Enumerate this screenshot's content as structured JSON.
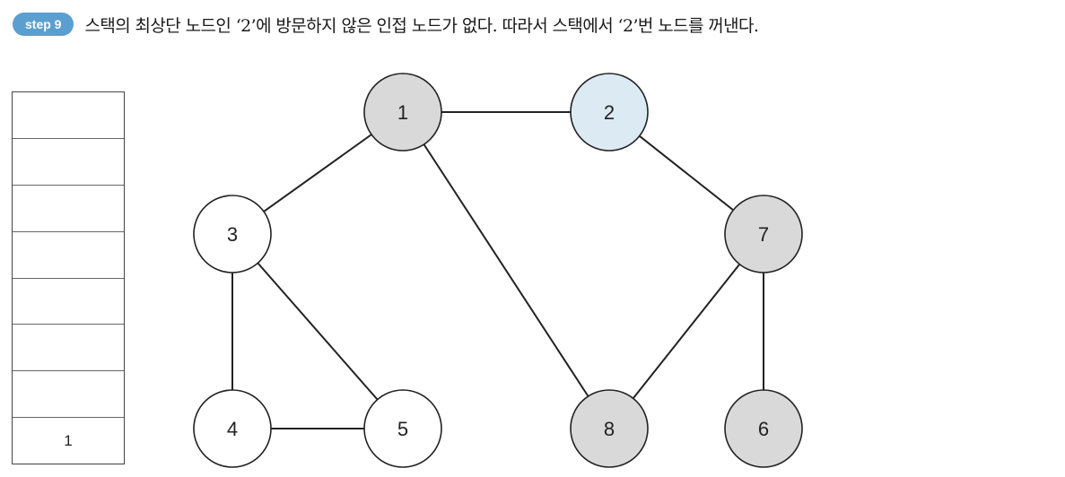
{
  "header": {
    "step_label": "step 9",
    "caption": "스택의 최상단 노드인 ‘2’에 방문하지 않은 인접 노드가 없다. 따라서 스택에서 ‘2’번 노드를 꺼낸다."
  },
  "stack": {
    "cells": [
      "",
      "",
      "",
      "",
      "",
      "",
      "",
      "1"
    ]
  },
  "colors": {
    "badge": "#5b9fd0",
    "visited_node": "#d9d9d9",
    "current_node": "#dcebf3",
    "unvisited_node": "#ffffff",
    "edge": "#222222"
  },
  "graph": {
    "nodes": [
      {
        "id": "1",
        "state": "visited"
      },
      {
        "id": "2",
        "state": "current"
      },
      {
        "id": "3",
        "state": "unvisited"
      },
      {
        "id": "7",
        "state": "visited"
      },
      {
        "id": "4",
        "state": "unvisited"
      },
      {
        "id": "5",
        "state": "unvisited"
      },
      {
        "id": "8",
        "state": "visited"
      },
      {
        "id": "6",
        "state": "visited"
      }
    ],
    "edges": [
      [
        "1",
        "2"
      ],
      [
        "1",
        "3"
      ],
      [
        "1",
        "8"
      ],
      [
        "2",
        "7"
      ],
      [
        "3",
        "4"
      ],
      [
        "3",
        "5"
      ],
      [
        "4",
        "5"
      ],
      [
        "7",
        "8"
      ],
      [
        "7",
        "6"
      ]
    ]
  }
}
